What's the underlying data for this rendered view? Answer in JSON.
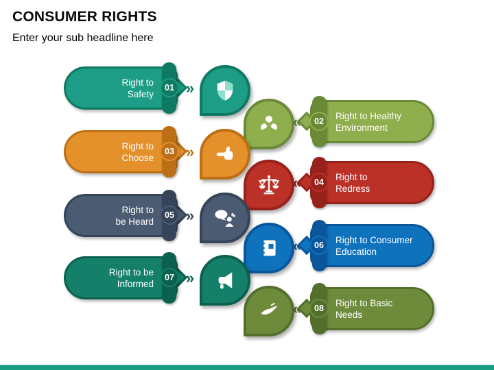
{
  "header": {
    "title": "CONSUMER RIGHTS",
    "subtitle": "Enter your sub headline here"
  },
  "footer": {
    "bar_color": "#199C80"
  },
  "rows": [
    {
      "number": "01",
      "title": "Right to\nSafety",
      "side": "left",
      "icon": "shield-icon",
      "fill": "#1D9D85",
      "dark": "#0E7A64",
      "icon_accent": "#8FDECB",
      "chevron": "»"
    },
    {
      "number": "02",
      "title": "Right to Healthy\nEnvironment",
      "side": "right",
      "icon": "caring-hands-icon",
      "fill": "#8FAE4D",
      "dark": "#6B8A38",
      "chevron": "«"
    },
    {
      "number": "03",
      "title": "Right to\nChoose",
      "side": "left",
      "icon": "pointing-hand-icon",
      "fill": "#E4902B",
      "dark": "#BC6F15",
      "chevron": "»"
    },
    {
      "number": "04",
      "title": "Right to\nRedress",
      "side": "right",
      "icon": "justice-scales-icon",
      "fill": "#BC3127",
      "dark": "#97211B",
      "chevron": "«"
    },
    {
      "number": "05",
      "title": "Right to\nbe Heard",
      "side": "left",
      "icon": "speaking-person-icon",
      "fill": "#4A5B72",
      "dark": "#364459",
      "chevron": "»"
    },
    {
      "number": "06",
      "title": "Right to Consumer\nEducation",
      "side": "right",
      "icon": "notebook-icon",
      "fill": "#0F72BD",
      "dark": "#0A569B",
      "chevron": "«"
    },
    {
      "number": "07",
      "title": "Right to be\nInformed",
      "side": "left",
      "icon": "megaphone-icon",
      "fill": "#15806A",
      "dark": "#0A614E",
      "chevron": "»"
    },
    {
      "number": "08",
      "title": "Right to Basic\nNeeds",
      "side": "right",
      "icon": "giving-hand-icon",
      "fill": "#6E8B3B",
      "dark": "#52702B",
      "chevron": "«"
    }
  ]
}
